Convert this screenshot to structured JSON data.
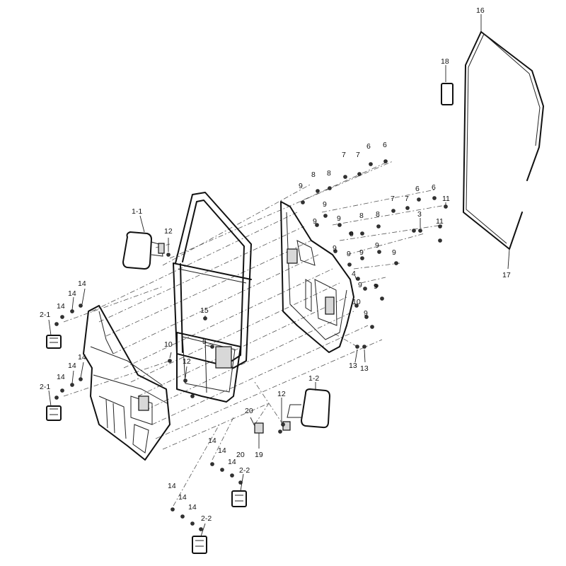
{
  "diagram": {
    "callouts": [
      "1-1",
      "1-2",
      "2-1",
      "2-2",
      "3",
      "4",
      "5",
      "6",
      "7",
      "8",
      "9",
      "10",
      "11",
      "12",
      "13",
      "14",
      "15",
      "16",
      "17",
      "18",
      "19",
      "20"
    ]
  },
  "colors": {
    "line": "#111111",
    "background": "#ffffff",
    "dash": "#555555"
  },
  "icons": [
    "mirror",
    "hinge",
    "bolt",
    "nut",
    "latch",
    "seal-strip",
    "weather-strip"
  ]
}
